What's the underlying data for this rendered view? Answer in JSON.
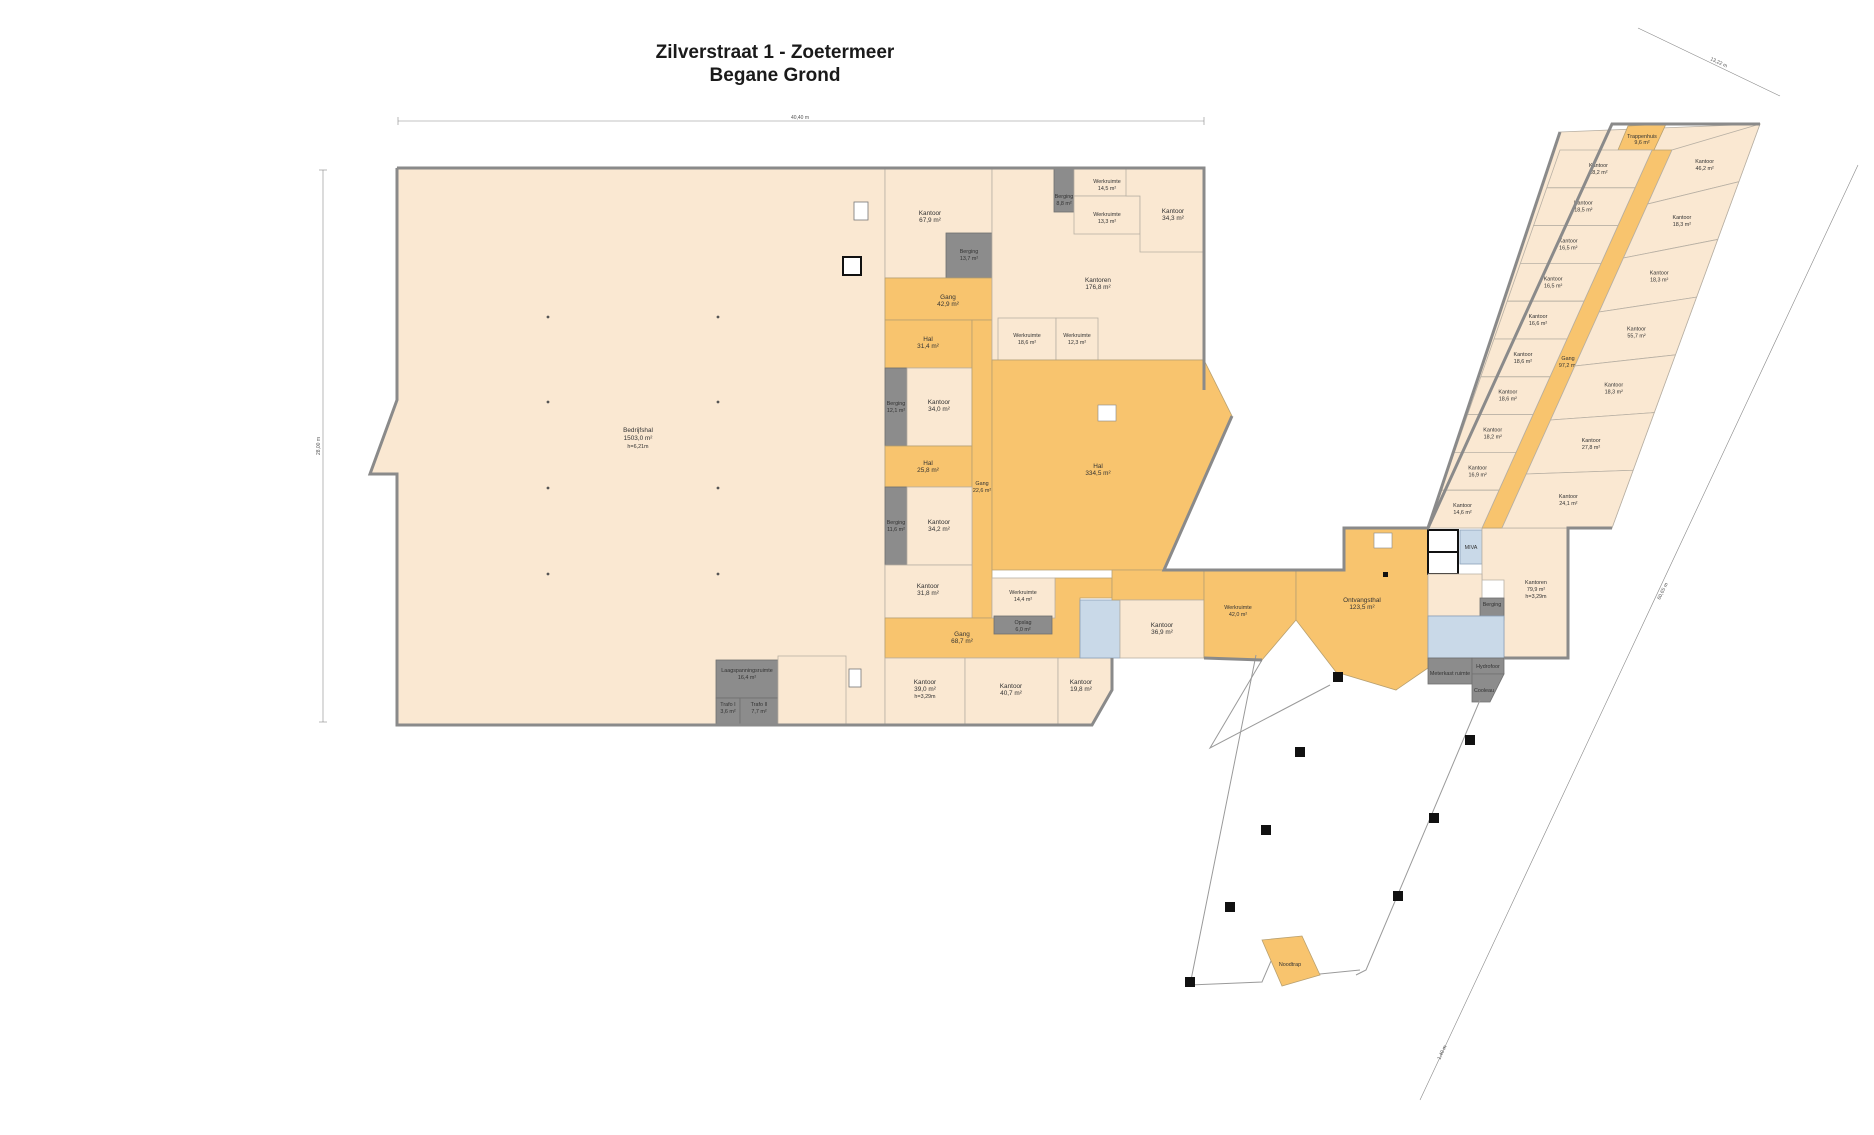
{
  "title": "Zilverstraat 1 - Zoetermeer",
  "subtitle": "Begane Grond",
  "dimensions": {
    "top": "40,40 m",
    "left": "28,00 m",
    "wing_top": "13,22 m",
    "wing_right": "60,65 m",
    "wing_bottom": "1,40 m"
  },
  "colors": {
    "room": "#fae8d2",
    "circulation": "#f8c46e",
    "storage": "#8c8c8c",
    "sanitary": "#c9d9e8",
    "wall": "#8a8a8a"
  },
  "rooms": {
    "bedrijfshal": {
      "name": "Bedrijfshal",
      "area": "1503,0 m²",
      "height": "h=6,21m"
    },
    "kantoor_top": {
      "name": "Kantoor",
      "area": "67,9 m²"
    },
    "berging_top": {
      "name": "Berging",
      "area": "13,7 m²"
    },
    "gang_top": {
      "name": "Gang",
      "area": "42,9 m²"
    },
    "hal_1": {
      "name": "Hal",
      "area": "31,4 m²"
    },
    "berging_2": {
      "name": "Berging",
      "area": "12,1 m²"
    },
    "kantoor_34": {
      "name": "Kantoor",
      "area": "34,0 m²"
    },
    "hal_2": {
      "name": "Hal",
      "area": "25,8 m²"
    },
    "gang_mid": {
      "name": "Gang",
      "area": "22,6 m²"
    },
    "berging_3": {
      "name": "Berging",
      "area": "11,6 m²"
    },
    "kantoor_342": {
      "name": "Kantoor",
      "area": "34,2 m²"
    },
    "kantoor_318": {
      "name": "Kantoor",
      "area": "31,8 m²"
    },
    "gang_bottom": {
      "name": "Gang",
      "area": "68,7 m²"
    },
    "kantoor_b1": {
      "name": "Kantoor",
      "area": "39,0 m²",
      "height": "h=3,29m"
    },
    "kantoor_b2": {
      "name": "Kantoor",
      "area": "40,7 m²"
    },
    "kantoor_b3": {
      "name": "Kantoor",
      "area": "19,8 m²"
    },
    "werkruimte_144": {
      "name": "Werkruimte",
      "area": "14,4 m²"
    },
    "opslag": {
      "name": "Opslag",
      "area": "6,0 m²"
    },
    "laag": {
      "name": "Laagspanningsruimte",
      "area": "16,4 m²"
    },
    "trafo1": {
      "name": "Trafo I",
      "area": "3,6 m²"
    },
    "trafo2": {
      "name": "Trafo II",
      "area": "7,7 m²"
    },
    "werkruimte_145": {
      "name": "Werkruimte",
      "area": "14,5 m²"
    },
    "berging_88": {
      "name": "Berging",
      "area": "8,8 m²"
    },
    "werkruimte_133": {
      "name": "Werkruimte",
      "area": "13,3 m²"
    },
    "kantoor_343": {
      "name": "Kantoor",
      "area": "34,3 m²"
    },
    "kantoren_176": {
      "name": "Kantoren",
      "area": "176,8 m²"
    },
    "werkruimte_186": {
      "name": "Werkruimte",
      "area": "18,6 m²"
    },
    "werkruimte_123": {
      "name": "Werkruimte",
      "area": "12,3 m²"
    },
    "hal_main": {
      "name": "Hal",
      "area": "334,5 m²"
    },
    "kantoor_369": {
      "name": "Kantoor",
      "area": "36,9 m²"
    },
    "werkruimte_420": {
      "name": "Werkruimte",
      "area": "42,0 m²"
    },
    "ontvangsthal": {
      "name": "Ontvangsthal",
      "area": "123,5 m²"
    },
    "kantoren_799": {
      "name": "Kantoren",
      "area": "79,9 m²",
      "height": "h=3,29m"
    },
    "berging_wing": {
      "name": "Berging"
    },
    "hydrofoor": {
      "name": "Hydrofoor"
    },
    "meterkast": {
      "name": "Meterkast ruimte"
    },
    "cooleau": {
      "name": "Cooleau"
    },
    "noodtrap": {
      "name": "Noodtrap"
    },
    "trappenhuis": {
      "name": "Trappenhuis",
      "area": "9,6 m²"
    },
    "gang_wing": {
      "name": "Gang",
      "area": "97,2 m²"
    },
    "miva": {
      "name": "MIVA"
    }
  },
  "wing_left": [
    {
      "name": "Kantoor",
      "area": "18,2 m²"
    },
    {
      "name": "Kantoor",
      "area": "18,5 m²"
    },
    {
      "name": "Kantoor",
      "area": "16,5 m²"
    },
    {
      "name": "Kantoor",
      "area": "16,5 m²"
    },
    {
      "name": "Kantoor",
      "area": "16,6 m²"
    },
    {
      "name": "Kantoor",
      "area": "18,6 m²"
    },
    {
      "name": "Kantoor",
      "area": "18,6 m²"
    },
    {
      "name": "Kantoor",
      "area": "18,2 m²"
    },
    {
      "name": "Kantoor",
      "area": "16,9 m²"
    },
    {
      "name": "Kantoor",
      "area": "14,6 m²"
    }
  ],
  "wing_right": [
    {
      "name": "Kantoor",
      "area": "46,2 m²"
    },
    {
      "name": "Kantoor",
      "area": "18,3 m²"
    },
    {
      "name": "Kantoor",
      "area": "18,3 m²"
    },
    {
      "name": "Kantoor",
      "area": "55,7 m²"
    },
    {
      "name": "Kantoor",
      "area": "18,3 m²"
    },
    {
      "name": "Kantoor",
      "area": "27,8 m²"
    },
    {
      "name": "Kantoor",
      "area": "24,1 m²"
    }
  ]
}
